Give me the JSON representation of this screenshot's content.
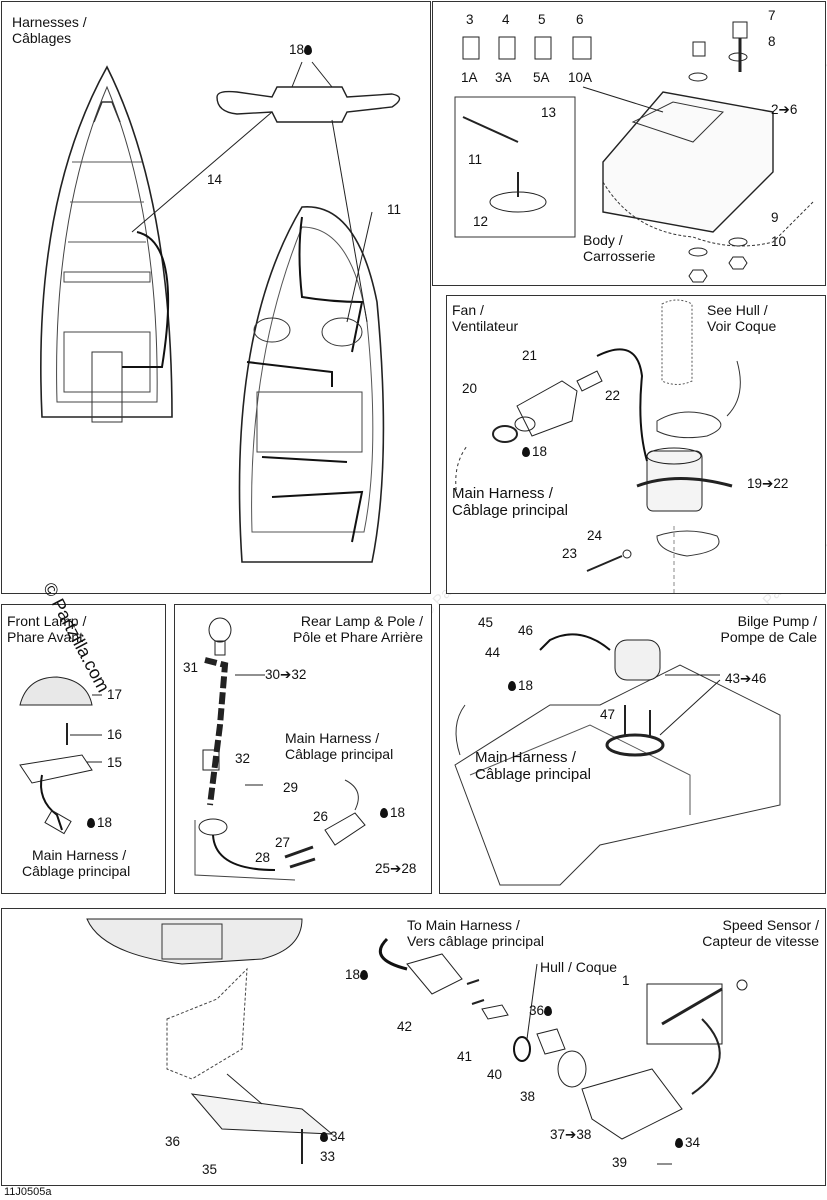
{
  "panels": {
    "harnesses": {
      "title_en": "Harnesses /",
      "title_fr": "Câblages"
    },
    "fuses": {
      "labels": [
        "3",
        "4",
        "5",
        "6"
      ],
      "ratings": [
        "1A",
        "3A",
        "5A",
        "10A"
      ],
      "body_en": "Body /",
      "body_fr": "Carrosserie"
    },
    "fan": {
      "title_en": "Fan /",
      "title_fr": "Ventilateur",
      "hull_en": "See Hull /",
      "hull_fr": "Voir Coque",
      "main_en": "Main Harness /",
      "main_fr": "Câblage principal"
    },
    "front_lamp": {
      "title_en": "Front Lamp /",
      "title_fr": "Phare Avant",
      "main_en": "Main Harness /",
      "main_fr": "Câblage principal"
    },
    "rear_lamp": {
      "title_en": "Rear Lamp & Pole /",
      "title_fr": "Pôle et Phare Arrière",
      "main_en": "Main Harness /",
      "main_fr": "Câblage principal"
    },
    "bilge": {
      "title_en": "Bilge Pump /",
      "title_fr": "Pompe de Cale",
      "main_en": "Main Harness /",
      "main_fr": "Câblage principal"
    },
    "speed": {
      "title_en": "Speed Sensor /",
      "title_fr": "Capteur de vitesse",
      "to_en": "To Main Harness /",
      "to_fr": "Vers câblage principal",
      "hull": "Hull / Coque"
    }
  },
  "callouts": {
    "c18a": "18",
    "c14": "14",
    "c11": "11",
    "c7": "7",
    "c8": "8",
    "c13": "13",
    "c11b": "11",
    "c12": "12",
    "c2_6": "2➔6",
    "c9": "9",
    "c10": "10",
    "c21": "21",
    "c20": "20",
    "c22": "22",
    "c18b": "18",
    "c19_22": "19➔22",
    "c24": "24",
    "c23": "23",
    "c17": "17",
    "c16": "16",
    "c15": "15",
    "c18c": "18",
    "c31": "31",
    "c30_32": "30➔32",
    "c32": "32",
    "c29": "29",
    "c26": "26",
    "c18d": "18",
    "c27": "27",
    "c28": "28",
    "c25_28": "25➔28",
    "c45": "45",
    "c46": "46",
    "c44": "44",
    "c18e": "18",
    "c43_46": "43➔46",
    "c47": "47",
    "c18f": "18",
    "c42": "42",
    "c41": "41",
    "c40": "40",
    "c36a": "36",
    "c38": "38",
    "c1": "1",
    "c37_38": "37➔38",
    "c34a": "34",
    "c39": "39",
    "c36b": "36",
    "c35": "35",
    "c34b": "34",
    "c33": "33"
  },
  "footer_code": "11J0505a",
  "watermark": "© Partzilla.com",
  "watermark_faint": "© Partzilla.com"
}
